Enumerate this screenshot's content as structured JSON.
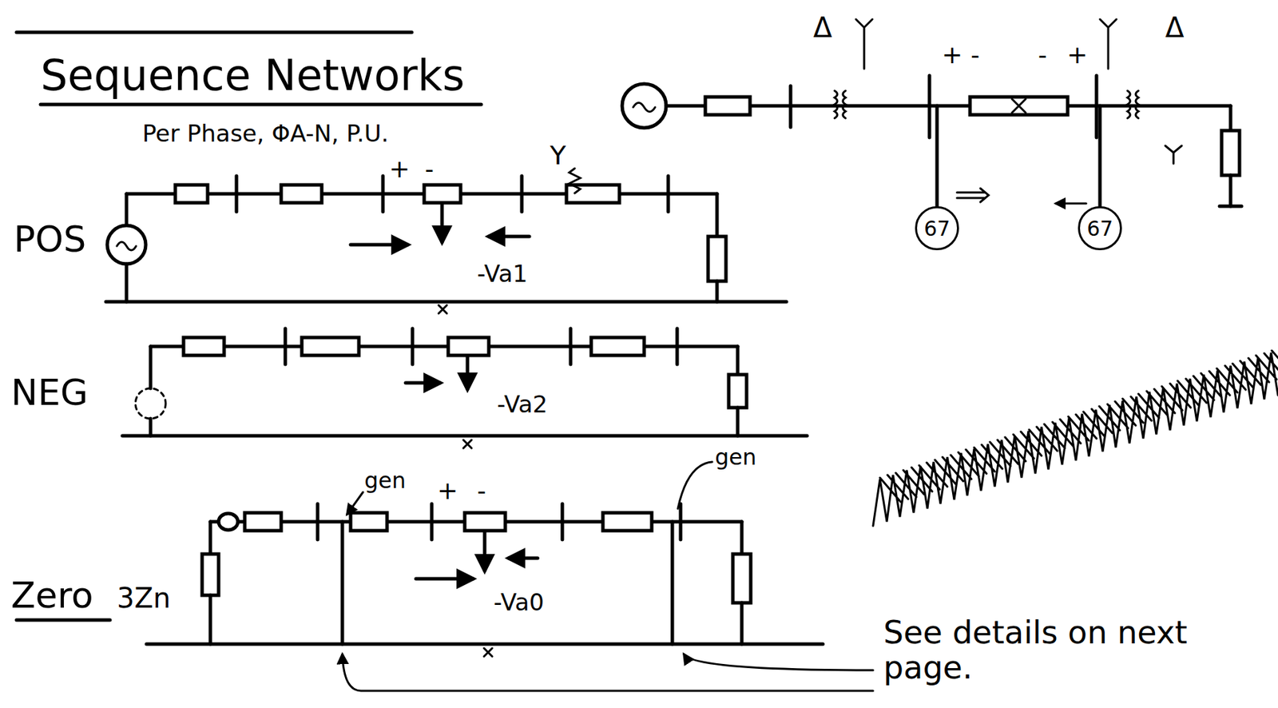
{
  "diagram": {
    "title": "Sequence Networks",
    "nodes": [
      {
        "text": [
          "67"
        ]
      },
      {
        "text": [
          "67"
        ]
      }
    ],
    "labels": [
      "Per Phase, ΦA-N, P.U.",
      "POS",
      "NEG",
      "Zero",
      "3Zn",
      "+",
      "-",
      "-Va1",
      "-Va2",
      "+",
      "-",
      "-Va0",
      "gen",
      "gen",
      "See details on next page.",
      "Y",
      "Δ",
      "+",
      "-",
      "-",
      "+",
      "Δ"
    ]
  }
}
